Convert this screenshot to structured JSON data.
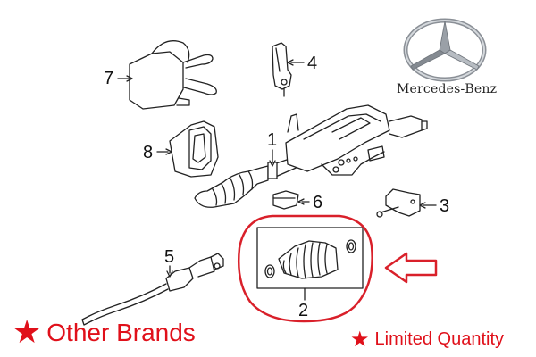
{
  "brand": {
    "name": "Mercedes-Benz",
    "logo_icon": "three-pointed-star-icon"
  },
  "callouts": [
    {
      "number": "1",
      "part": "steering-column-shaft"
    },
    {
      "number": "2",
      "part": "boot-kit-highlighted"
    },
    {
      "number": "3",
      "part": "lock-actuator"
    },
    {
      "number": "4",
      "part": "sensor"
    },
    {
      "number": "5",
      "part": "cable-assembly"
    },
    {
      "number": "6",
      "part": "connector-module"
    },
    {
      "number": "7",
      "part": "switch-assembly"
    },
    {
      "number": "8",
      "part": "trim-cover"
    }
  ],
  "badges": {
    "other_brands": {
      "icon": "star-icon",
      "label": "Other Brands"
    },
    "limited_quantity": {
      "icon": "star-icon",
      "label": "Limited Quantity"
    }
  },
  "highlight": {
    "color": "#d9202a",
    "pointer_icon": "left-arrow-icon",
    "target_callout": "2"
  },
  "colors": {
    "accent_red": "#e0101a",
    "line_art": "#222222",
    "background": "#ffffff"
  }
}
